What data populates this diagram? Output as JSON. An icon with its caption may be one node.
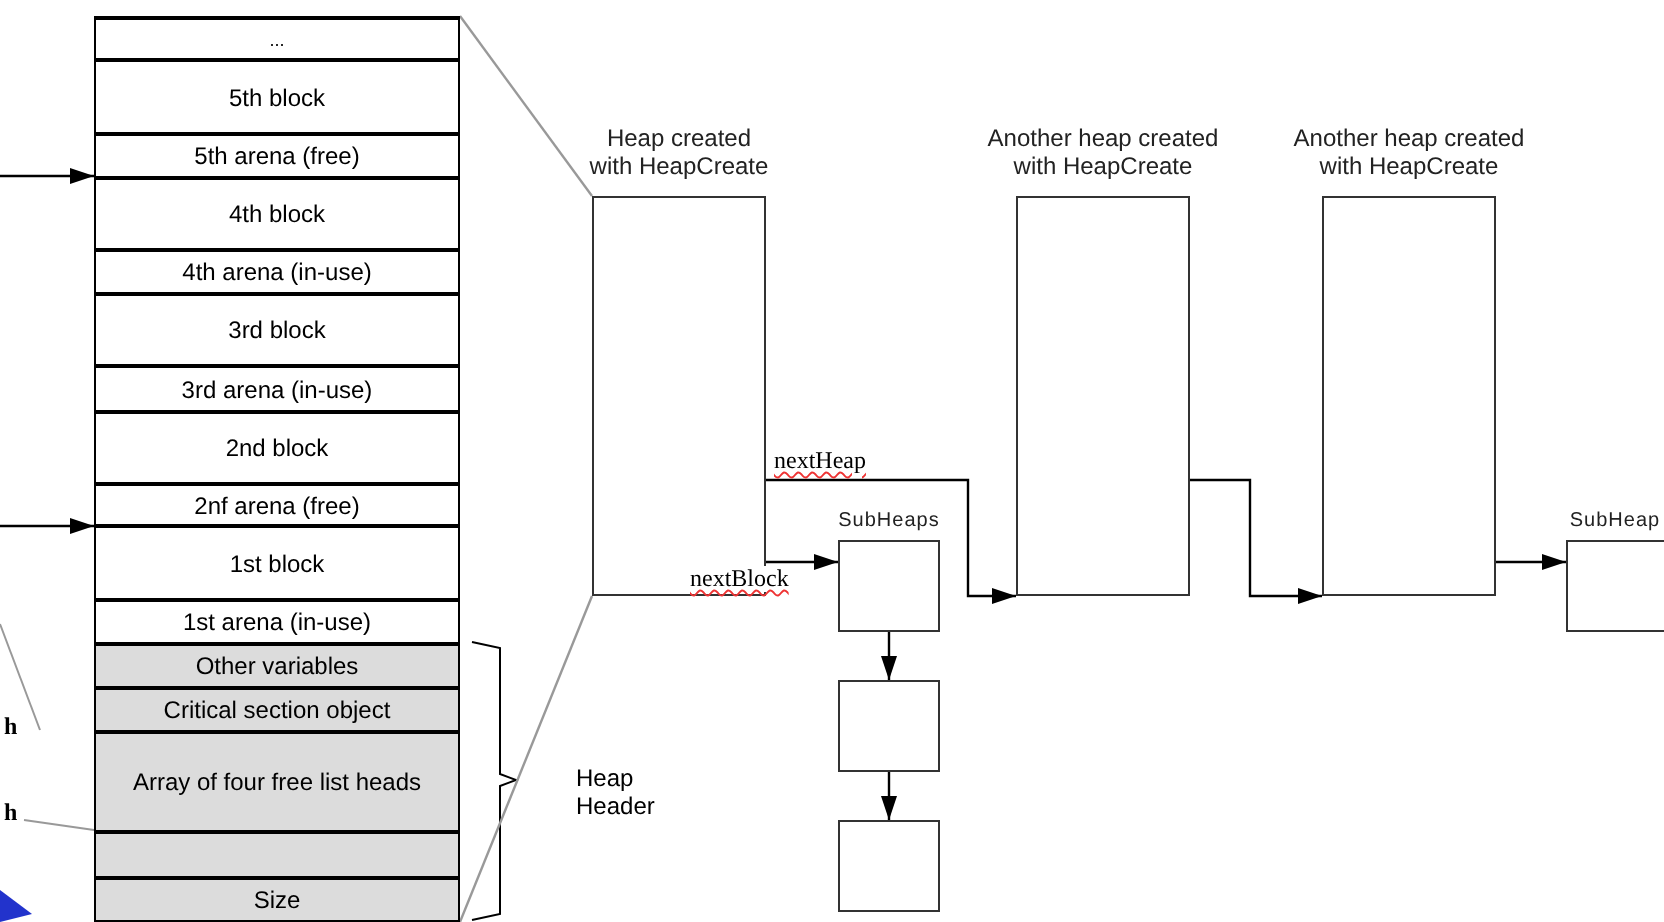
{
  "diagram": {
    "nodes": [
      {
        "text": [
          "..."
        ]
      },
      {
        "text": [
          "5th block"
        ]
      },
      {
        "text": [
          "5th arena (free)"
        ]
      },
      {
        "text": [
          "4th block"
        ]
      },
      {
        "text": [
          "4th arena (in-use)"
        ]
      },
      {
        "text": [
          "3rd block"
        ]
      },
      {
        "text": [
          "3rd arena (in-use)"
        ]
      },
      {
        "text": [
          "2nd block"
        ]
      },
      {
        "text": [
          "2nf arena (free)"
        ]
      },
      {
        "text": [
          "1st block"
        ]
      },
      {
        "text": [
          "1st arena (in-use)"
        ]
      },
      {
        "text": [
          "Other variables"
        ]
      },
      {
        "text": [
          "Critical section object"
        ]
      },
      {
        "text": [
          "Array of four free list heads"
        ]
      },
      {
        "text": [],
        "shape": "box"
      },
      {
        "text": [
          "Size"
        ]
      },
      {
        "text": [
          "Heap created with HeapCreate"
        ]
      },
      {
        "text": [
          "Another heap created with HeapCreate"
        ]
      },
      {
        "text": [
          "Another heap created with HeapCreate"
        ]
      },
      {
        "text": [
          "SubHeaps"
        ]
      },
      {
        "text": [],
        "shape": "box"
      },
      {
        "text": [],
        "shape": "box"
      },
      {
        "text": [
          "SubHeap"
        ]
      }
    ],
    "edges": [
      {
        "from": null,
        "to": 3,
        "arrow": "to"
      },
      {
        "from": null,
        "to": 9,
        "arrow": "to"
      },
      {
        "from": 16,
        "to": 19,
        "arrow": "to",
        "label": "nextBlock"
      },
      {
        "from": 16,
        "to": 17,
        "arrow": "to",
        "label": "nextHeap"
      },
      {
        "from": 19,
        "to": 20,
        "arrow": "to"
      },
      {
        "from": 20,
        "to": 21,
        "arrow": "to"
      },
      {
        "from": 17,
        "to": 18,
        "arrow": "to"
      },
      {
        "from": 18,
        "to": 22,
        "arrow": "to"
      },
      {
        "from": 0,
        "to": 16,
        "arrow": "none",
        "color": "#999999"
      },
      {
        "from": 15,
        "to": 16,
        "arrow": "none",
        "color": "#999999"
      }
    ],
    "labels": [
      "h",
      "h",
      "Heap Header"
    ]
  }
}
